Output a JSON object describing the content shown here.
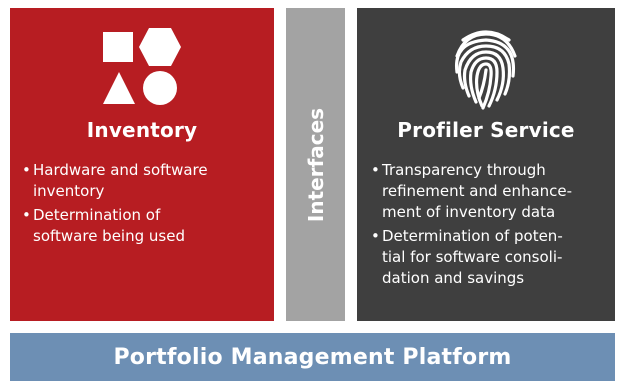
{
  "colors": {
    "inventory_bg": "#b71d22",
    "interfaces_bg": "#a3a3a3",
    "profiler_bg": "#3f3f3f",
    "platform_bg": "#6d8fb4",
    "text": "#ffffff"
  },
  "inventory": {
    "icon": "shapes-icon",
    "title": "Inventory",
    "bullets": [
      [
        "Hardware and software",
        "inventory"
      ],
      [
        "Determination of",
        "software being used"
      ]
    ]
  },
  "interfaces": {
    "label": "Interfaces"
  },
  "profiler": {
    "icon": "fingerprint-icon",
    "title": "Profiler Service",
    "bullets": [
      [
        "Transparency through",
        "refinement and enhance-",
        "ment of inventory data"
      ],
      [
        "Determination of poten-",
        "tial for software consoli-",
        "dation and savings"
      ]
    ]
  },
  "platform": {
    "label": "Portfolio Management Platform"
  }
}
